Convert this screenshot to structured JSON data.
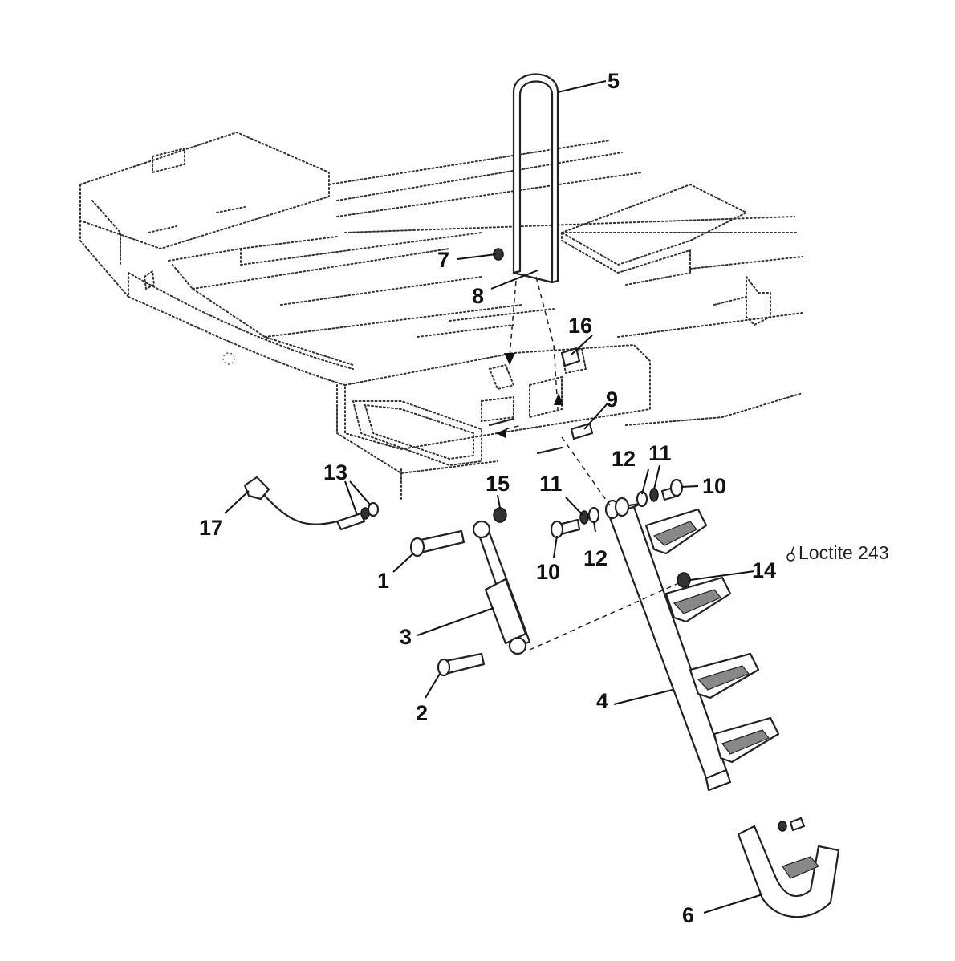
{
  "callouts": [
    {
      "label": "1"
    },
    {
      "label": "2"
    },
    {
      "label": "3"
    },
    {
      "label": "4"
    },
    {
      "label": "5"
    },
    {
      "label": "6"
    },
    {
      "label": "7"
    },
    {
      "label": "8"
    },
    {
      "label": "9"
    },
    {
      "label": "10"
    },
    {
      "label": "10"
    },
    {
      "label": "11"
    },
    {
      "label": "11"
    },
    {
      "label": "12"
    },
    {
      "label": "12"
    },
    {
      "label": "13"
    },
    {
      "label": "14"
    },
    {
      "label": "15"
    },
    {
      "label": "16"
    },
    {
      "label": "17"
    }
  ],
  "note": {
    "text": "Loctite 243"
  }
}
